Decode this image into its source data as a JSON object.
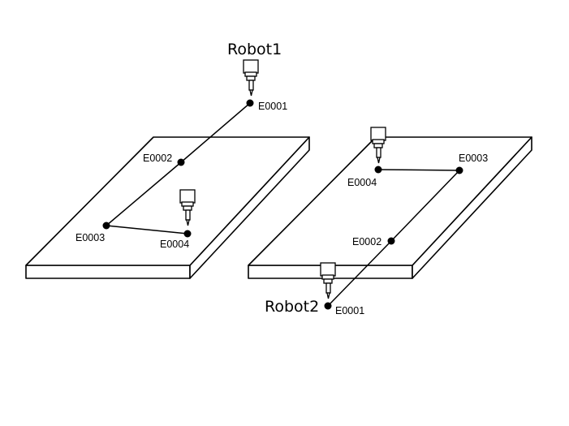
{
  "robot1": {
    "label": "Robot1",
    "points": [
      "E0001",
      "E0002",
      "E0003",
      "E0004"
    ]
  },
  "robot2": {
    "label": "Robot2",
    "points": [
      "E0001",
      "E0002",
      "E0003",
      "E0004"
    ]
  }
}
